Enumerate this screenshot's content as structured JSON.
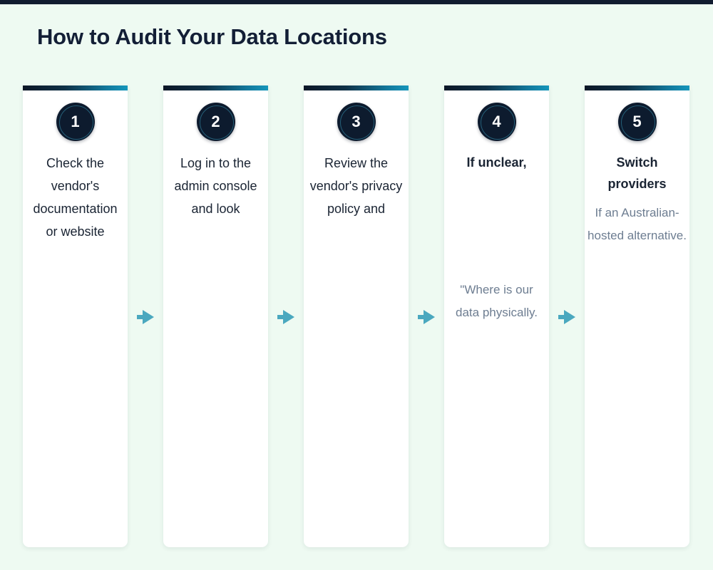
{
  "colors": {
    "background": "#eefaf2",
    "top_strip": "#111c30",
    "title_text": "#131f36",
    "card_background": "#ffffff",
    "badge_fill": "#0d1b2e",
    "badge_ring": "#3896b4",
    "gradient_start": "#0b1626",
    "gradient_end": "#1596bb",
    "heading_text": "#1a2433",
    "body_text": "#6d7d91",
    "arrow": "#4aa8bf"
  },
  "header": {
    "title": "How to Audit Your Data Locations"
  },
  "steps": [
    {
      "number": "1",
      "heading": "Check the vendor's documentation or website",
      "heading_bold": false,
      "body": "",
      "body_position": "none"
    },
    {
      "number": "2",
      "heading": "Log in to the admin console and look",
      "heading_bold": false,
      "body": "",
      "body_position": "none"
    },
    {
      "number": "3",
      "heading": "Review the vendor's privacy policy and",
      "heading_bold": false,
      "body": "",
      "body_position": "none"
    },
    {
      "number": "4",
      "heading": "If unclear,",
      "heading_bold": true,
      "body": "\"Where is our data physically.",
      "body_position": "mid"
    },
    {
      "number": "5",
      "heading": "Switch providers",
      "heading_bold": true,
      "body": "If an Australian-hosted alternative.",
      "body_position": "below"
    }
  ],
  "connectors": [
    {
      "name": "arrow-1-to-2",
      "glyph": "arrow-right-icon"
    },
    {
      "name": "arrow-2-to-3",
      "glyph": "arrow-right-icon"
    },
    {
      "name": "arrow-3-to-4",
      "glyph": "arrow-right-icon"
    },
    {
      "name": "arrow-4-to-5",
      "glyph": "arrow-right-icon"
    }
  ]
}
